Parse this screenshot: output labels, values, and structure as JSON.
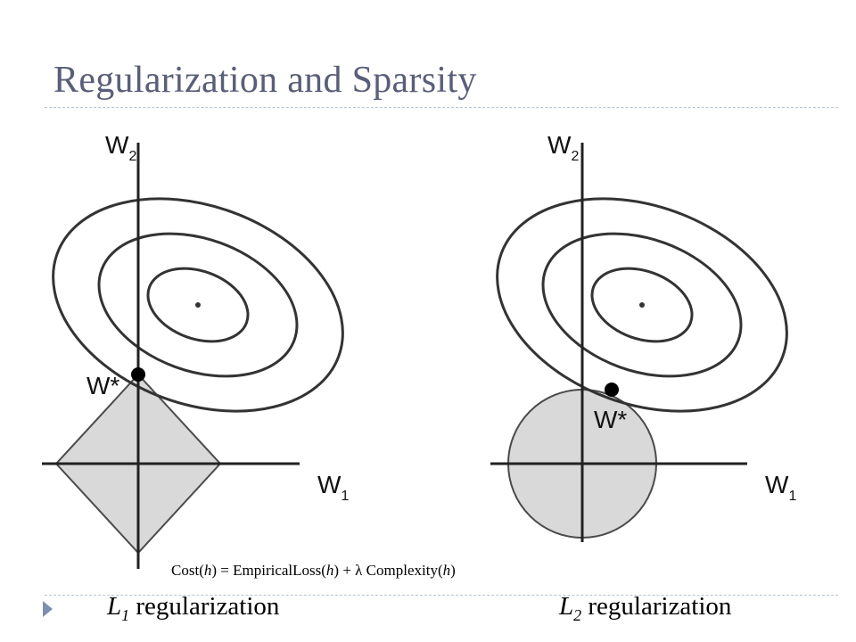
{
  "slide": {
    "title": "Regularization and Sparsity"
  },
  "formula": {
    "cost": "Cost",
    "h1": "h",
    "eq": ") = EmpiricalLoss(",
    "h2": "h",
    "plus": ") + λ Complexity(",
    "h3": "h",
    "close": ")"
  },
  "panels": [
    {
      "axis_y": "W",
      "axis_y_sub": "2",
      "axis_x": "W",
      "axis_x_sub": "1",
      "opt": "W*"
    },
    {
      "axis_y": "W",
      "axis_y_sub": "2",
      "axis_x": "W",
      "axis_x_sub": "1",
      "opt": "W*"
    }
  ],
  "labels": {
    "l1_letter": "L",
    "l1_sub": "1",
    "l1_text": " regularization",
    "l2_letter": "L",
    "l2_sub": "2",
    "l2_text": " regularization"
  },
  "colors": {
    "title": "#595f78",
    "region_fill": "#d9d9d9",
    "stroke": "#333333",
    "bullet": "#7c8fb1",
    "dashed_rule": "#b8c3d6"
  }
}
